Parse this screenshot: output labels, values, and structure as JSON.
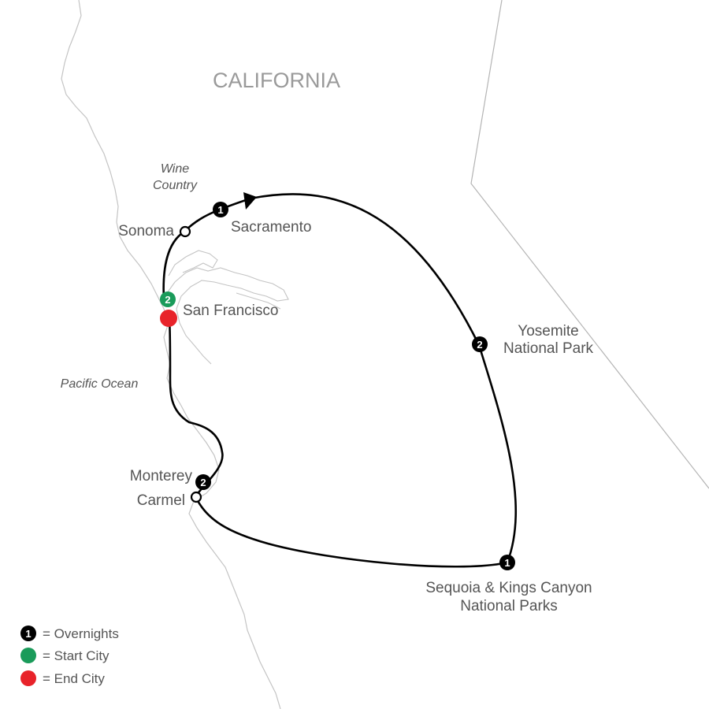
{
  "region_label": "CALIFORNIA",
  "water_labels": {
    "wine_country_line1": "Wine",
    "wine_country_line2": "Country",
    "pacific": "Pacific Ocean"
  },
  "cities": {
    "sonoma": "Sonoma",
    "sacramento": "Sacramento",
    "san_francisco": "San Francisco",
    "yosemite_line1": "Yosemite",
    "yosemite_line2": "National Park",
    "monterey": "Monterey",
    "carmel": "Carmel",
    "sequoia_line1": "Sequoia & Kings Canyon",
    "sequoia_line2": "National Parks"
  },
  "overnights": {
    "sacramento": "1",
    "san_francisco": "2",
    "yosemite": "2",
    "monterey": "2",
    "sequoia": "1"
  },
  "legend": {
    "overnights_marker": "1",
    "overnights": "= Overnights",
    "start_city": "= Start City",
    "end_city": "= End City"
  },
  "colors": {
    "route": "#000000",
    "start": "#1a9b5a",
    "end": "#e8232a",
    "border": "#b4b4b4",
    "label": "#555555"
  }
}
